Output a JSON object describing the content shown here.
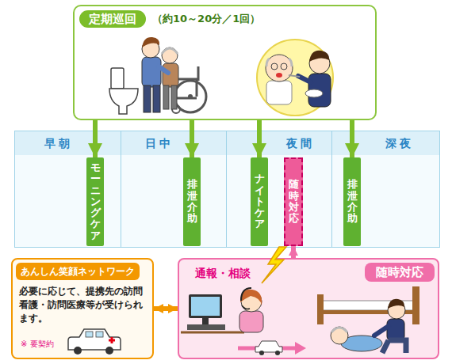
{
  "diagram": {
    "nodes": [
      {
        "text": [
          "定期巡回",
          "（約10～20分／1回）"
        ]
      },
      {
        "text": [
          "早朝"
        ]
      },
      {
        "text": [
          "日中"
        ]
      },
      {
        "text": [
          "夜間"
        ]
      },
      {
        "text": [
          "深夜"
        ]
      },
      {
        "text": [
          "モーニングケア"
        ],
        "in": 1
      },
      {
        "text": [
          "排泄介助"
        ],
        "in": 2
      },
      {
        "text": [
          "ナイトケア"
        ],
        "in": 3
      },
      {
        "text": [
          "随時対応"
        ],
        "in": 3
      },
      {
        "text": [
          "排泄介助"
        ],
        "in": 4
      },
      {
        "text": [
          "あんしん笑顔ネットワーク",
          "必要に応じて、提携先の訪問看護・訪問医療等が受けられます。",
          "※ 要契約"
        ]
      },
      {
        "text": [
          "随時対応",
          "通報・相談"
        ]
      }
    ],
    "edges": [
      {
        "from": 0,
        "to": 5,
        "arrow": "to"
      },
      {
        "from": 0,
        "to": 6,
        "arrow": "to"
      },
      {
        "from": 0,
        "to": 7,
        "arrow": "to"
      },
      {
        "from": 0,
        "to": 9,
        "arrow": "to"
      },
      {
        "from": 10,
        "to": 11,
        "arrow": "both"
      },
      {
        "from": 11,
        "to": 8,
        "arrow": "to"
      }
    ]
  }
}
